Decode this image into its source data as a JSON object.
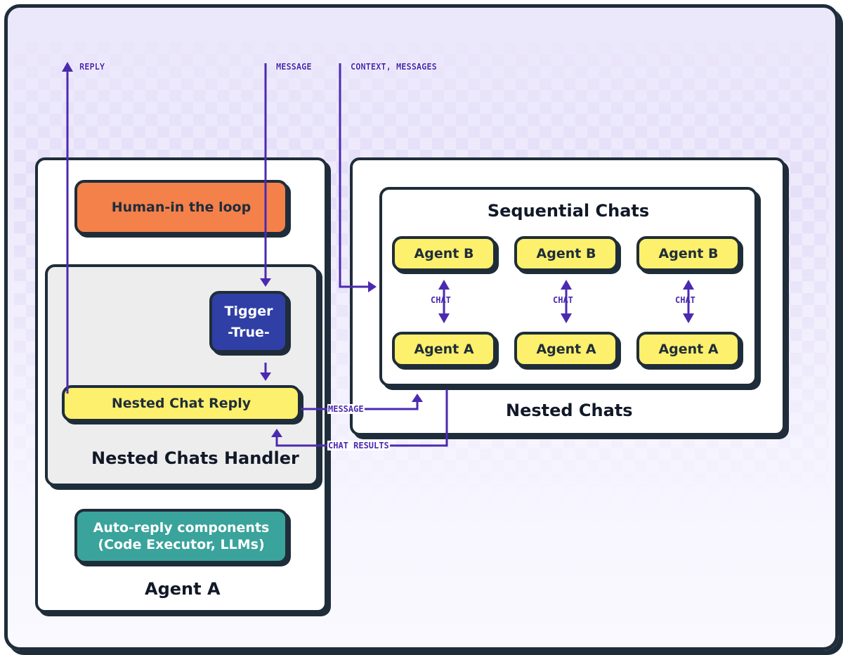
{
  "colors": {
    "outline": "#1f2d3a",
    "arrow": "#4b2ab0",
    "human_loop": "#f4804a",
    "trigger": "#2f3fa6",
    "agent_pill": "#fdf06c",
    "auto_reply": "#3aa39b",
    "handler_bg": "#ededed"
  },
  "flow_labels": {
    "reply": "REPLY",
    "message_in": "MESSAGE",
    "context": "CONTEXT, MESSAGES",
    "message_out": "MESSAGE",
    "chat_results": "CHAT RESULTS"
  },
  "agent_a": {
    "title": "Agent A",
    "human_loop": "Human-in the loop",
    "handler": {
      "title": "Nested Chats Handler",
      "trigger_line1": "Tigger",
      "trigger_line2": "-True-",
      "reply": "Nested Chat Reply"
    },
    "auto_reply_line1": "Auto-reply components",
    "auto_reply_line2": "(Code Executor, LLMs)"
  },
  "nested": {
    "title": "Nested Chats",
    "sequential": {
      "title": "Sequential Chats",
      "pairs": [
        {
          "top": "Agent B",
          "link": "CHAT",
          "bottom": "Agent A"
        },
        {
          "top": "Agent B",
          "link": "CHAT",
          "bottom": "Agent A"
        },
        {
          "top": "Agent B",
          "link": "CHAT",
          "bottom": "Agent A"
        }
      ]
    }
  }
}
